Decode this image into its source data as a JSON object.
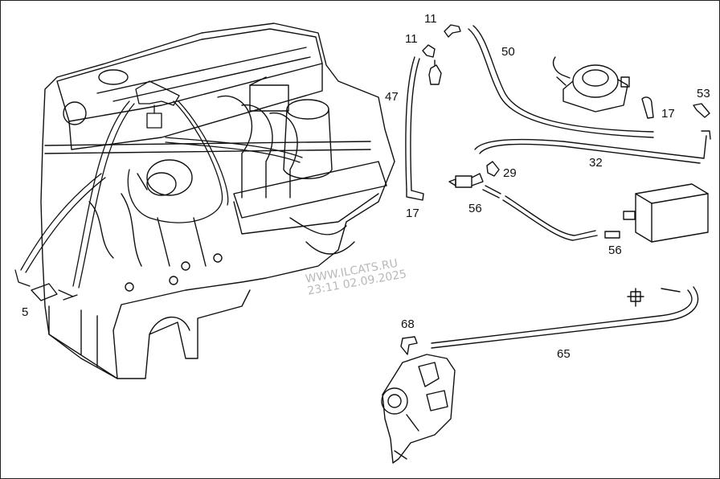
{
  "callouts": {
    "c5": "5",
    "c11a": "11",
    "c11b": "11",
    "c47": "47",
    "c17a": "17",
    "c50": "50",
    "c17b": "17",
    "c53": "53",
    "c32": "32",
    "c29": "29",
    "c56a": "56",
    "c56b": "56",
    "c68": "68",
    "c65": "65"
  },
  "watermark": {
    "site": "WWW.ILCATS.RU",
    "stamp": "23:11 02.09.2025"
  },
  "colors": {
    "line": "#111111",
    "watermark": "#b9b9b9"
  }
}
